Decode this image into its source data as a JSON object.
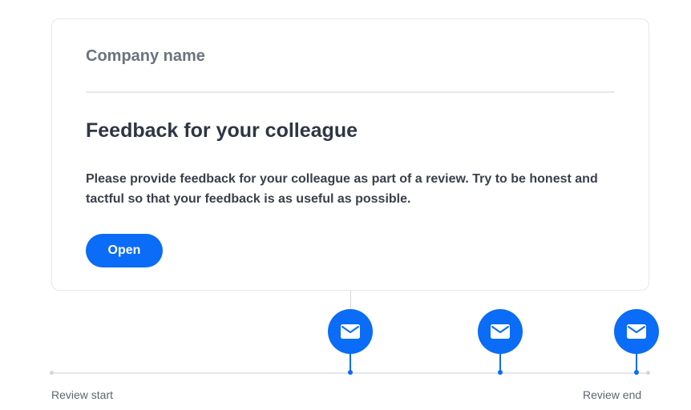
{
  "card": {
    "company_name": "Company name",
    "title": "Feedback for your colleague",
    "description": "Please provide feedback for your colleague as part of a review. Try to be honest and tactful so that your feedback is as useful as possible.",
    "open_button_label": "Open"
  },
  "timeline": {
    "start_label": "Review start",
    "end_label": "Review end",
    "markers": [
      {
        "icon": "envelope-icon"
      },
      {
        "icon": "envelope-icon"
      },
      {
        "icon": "envelope-icon"
      }
    ]
  },
  "colors": {
    "accent": "#0a6cf7",
    "heading": "#2f3542",
    "muted": "#6b7280",
    "border": "#e3e6ea"
  }
}
